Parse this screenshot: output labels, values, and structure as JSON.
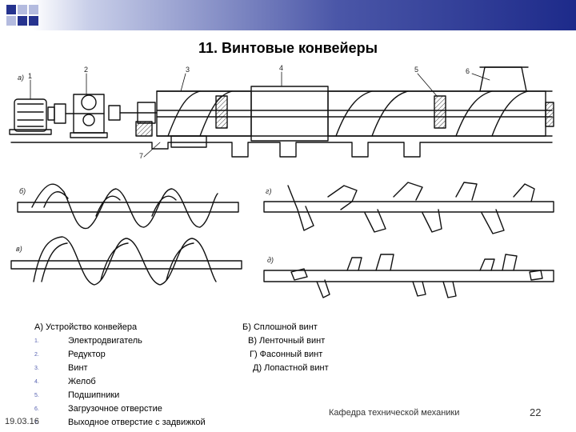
{
  "slide": {
    "title": "11. Винтовые конвейеры",
    "figure_labels": {
      "a": "а)",
      "b": "б)",
      "v": "в)",
      "g": "г)",
      "d": "д)",
      "callouts": [
        "1",
        "2",
        "3",
        "4",
        "5",
        "6",
        "7"
      ]
    },
    "legend_left": {
      "header": "А) Устройство конвейера",
      "items": [
        {
          "n": "1.",
          "text": "Электродвигатель"
        },
        {
          "n": "2.",
          "text": "Редуктор"
        },
        {
          "n": "3.",
          "text": "Винт"
        },
        {
          "n": "4.",
          "text": "Желоб"
        },
        {
          "n": "5.",
          "text": "Подшипники"
        },
        {
          "n": "6.",
          "text": "Загрузочное отверстие"
        },
        {
          "n": "7.",
          "text": "Выходное отверстие с задвижкой"
        }
      ]
    },
    "legend_right": {
      "b": "Б) Сплошной винт",
      "v": "В) Ленточный винт",
      "g": "Г) Фасонный винт",
      "d": "Д) Лопастной винт"
    },
    "footer": {
      "date": "19.03.16",
      "department": "Кафедра технической механики",
      "page": "22"
    }
  }
}
